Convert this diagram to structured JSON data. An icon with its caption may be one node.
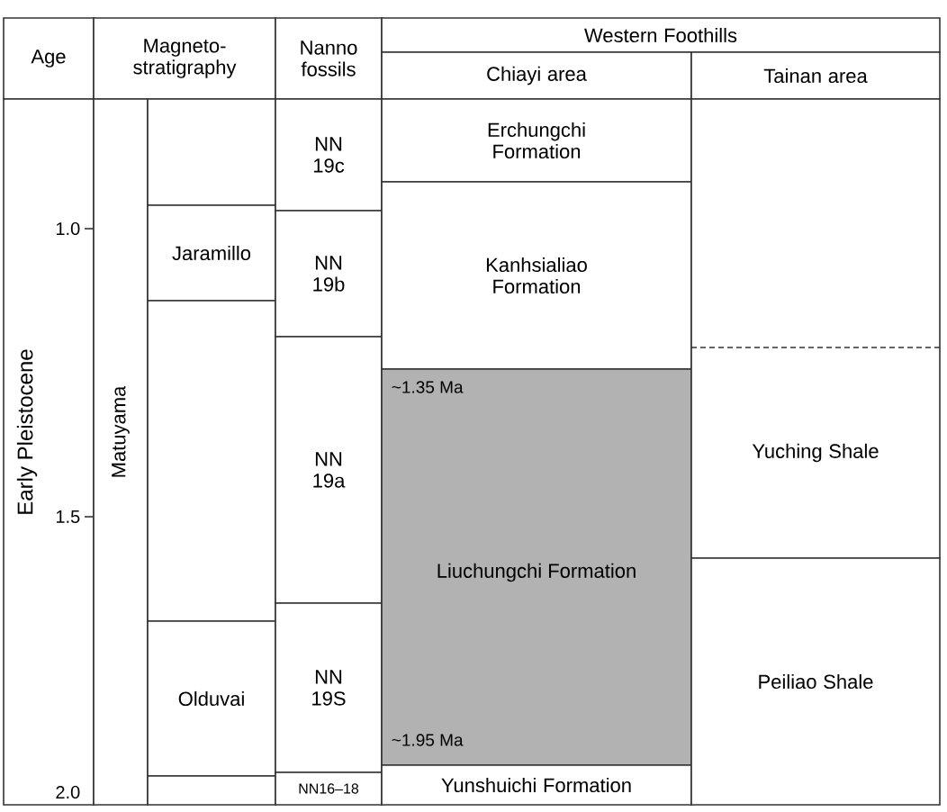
{
  "diagram": {
    "nodes": [
      {
        "text": [
          "Age"
        ]
      },
      {
        "text": [
          "Magneto-stratigraphy"
        ]
      },
      {
        "text": [
          "Nanno fossils"
        ]
      },
      {
        "text": [
          "Western Foothills"
        ]
      },
      {
        "text": [
          "Chiayi area"
        ]
      },
      {
        "text": [
          "Tainan area"
        ]
      },
      {
        "text": [
          "Early Pleistocene"
        ]
      },
      {
        "text": [
          "Matuyama"
        ]
      },
      {
        "text": [],
        "shape": "box"
      },
      {
        "text": [
          "Jaramillo"
        ]
      },
      {
        "text": [],
        "shape": "box"
      },
      {
        "text": [
          "Olduvai"
        ]
      },
      {
        "text": [],
        "shape": "box"
      },
      {
        "text": [
          "NN 19c"
        ]
      },
      {
        "text": [
          "NN 19b"
        ]
      },
      {
        "text": [
          "NN 19a"
        ]
      },
      {
        "text": [
          "NN 19S"
        ]
      },
      {
        "text": [
          "NN16–18"
        ]
      },
      {
        "text": [
          "Erchungchi Formation"
        ]
      },
      {
        "text": [
          "Kanhsialiao Formation"
        ]
      },
      {
        "text": [
          "~1.35 Ma",
          "Liuchungchi Formation",
          "~1.95 Ma"
        ]
      },
      {
        "text": [
          "Yunshuichi Formation"
        ]
      },
      {
        "text": [],
        "shape": "box"
      },
      {
        "text": [
          "Yuching Shale"
        ]
      },
      {
        "text": [
          "Peiliao Shale"
        ]
      }
    ],
    "labels": [
      "1.0",
      "1.5",
      "2.0"
    ]
  }
}
